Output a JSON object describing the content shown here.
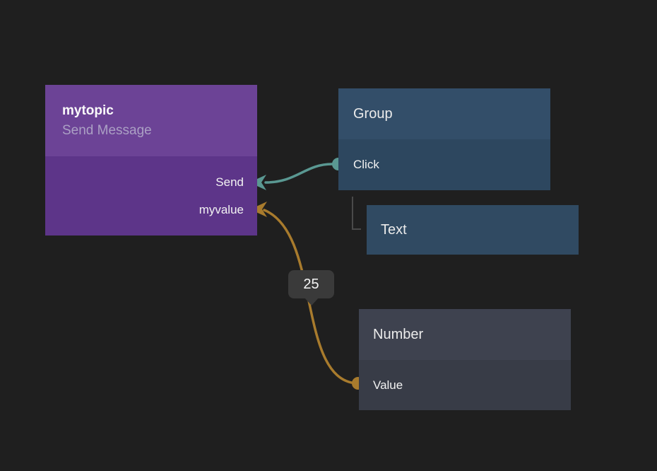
{
  "app": {
    "type": "node-graph-editor",
    "background_color": "#1f1f1f",
    "hierarchy_line_color": "#4a4a4a"
  },
  "nodes": {
    "mytopic": {
      "title": "mytopic",
      "subtitle": "Send Message",
      "header_color": "#6c4396",
      "body_color": "#5d3589",
      "inputs": [
        {
          "label": "Send"
        },
        {
          "label": "myvalue"
        }
      ]
    },
    "group": {
      "title": "Group",
      "header_color": "#334e69",
      "body_color": "#2d475f",
      "outputs": [
        {
          "label": "Click"
        }
      ]
    },
    "text": {
      "title": "Text",
      "color": "#304a62"
    },
    "number": {
      "title": "Number",
      "header_color": "#3e424f",
      "body_color": "#383c47",
      "outputs": [
        {
          "label": "Value"
        }
      ]
    }
  },
  "connections": [
    {
      "from": "Group.Click",
      "to": "mytopic.Send",
      "color": "#5a9892"
    },
    {
      "from": "Number.Value",
      "to": "mytopic.myvalue",
      "color": "#a87b2d",
      "value": "25"
    }
  ],
  "value_tooltip": {
    "text": "25",
    "background": "#3a3a3a"
  }
}
